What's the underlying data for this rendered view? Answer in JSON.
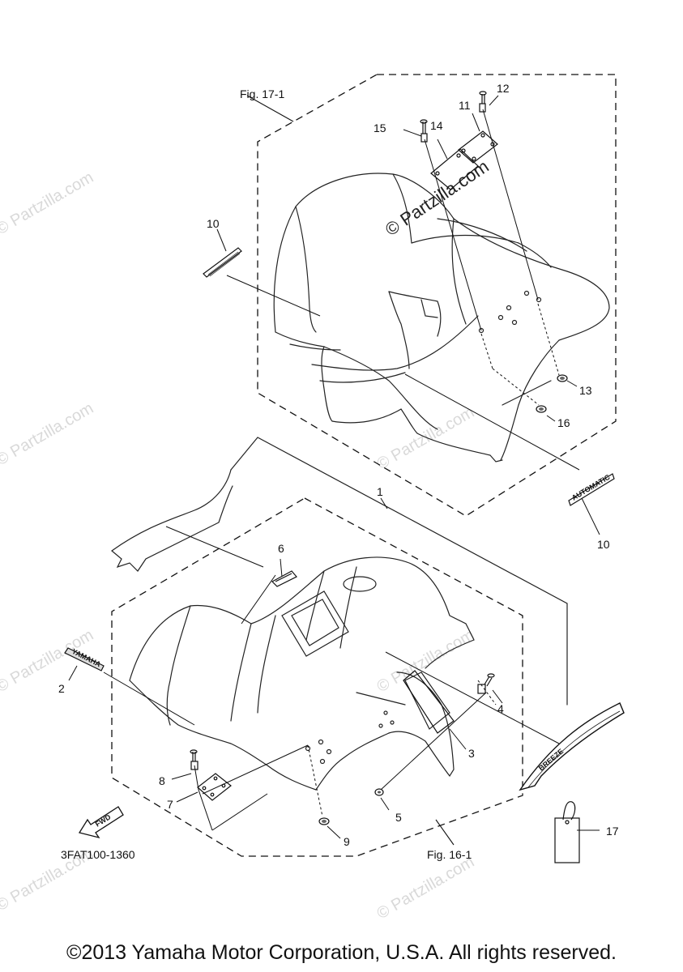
{
  "figures": {
    "upper_ref": "Fig. 17-1",
    "lower_ref": "Fig. 16-1",
    "diagram_code": "3FAT100-1360"
  },
  "callouts": [
    "1",
    "2",
    "3",
    "4",
    "5",
    "6",
    "7",
    "8",
    "9",
    "10",
    "10",
    "11",
    "12",
    "13",
    "14",
    "15",
    "16",
    "17"
  ],
  "decals": {
    "automatic": "AUTOMATIC",
    "yamaha": "YAMAHA",
    "breeze": "BREEZE",
    "fwd": "FWD"
  },
  "watermark": {
    "text": "© Partzilla.com"
  },
  "footer": {
    "copyright": "©2013 Yamaha Motor Corporation, U.S.A. All rights reserved."
  }
}
